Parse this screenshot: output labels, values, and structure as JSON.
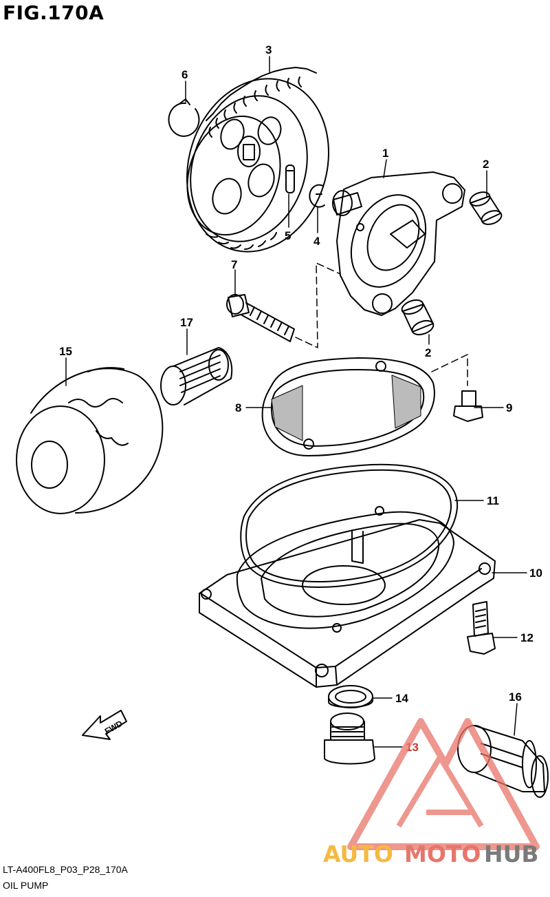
{
  "figure": {
    "title": "FIG.170A",
    "code": "LT-A400FL8_P03_P28_170A",
    "name": "OIL PUMP"
  },
  "callouts": [
    "1",
    "2",
    "2",
    "3",
    "4",
    "5",
    "6",
    "7",
    "8",
    "9",
    "10",
    "11",
    "12",
    "13",
    "14",
    "15",
    "16",
    "17"
  ],
  "fwd_label": "FWD",
  "watermark": {
    "part1": "AUTO",
    "part2": "MOTO",
    "part3": "HUB",
    "colors": {
      "auto": "#f5b942",
      "moto": "#e8756a",
      "hub": "#7a7a7a",
      "logo": "#e8756a"
    }
  }
}
